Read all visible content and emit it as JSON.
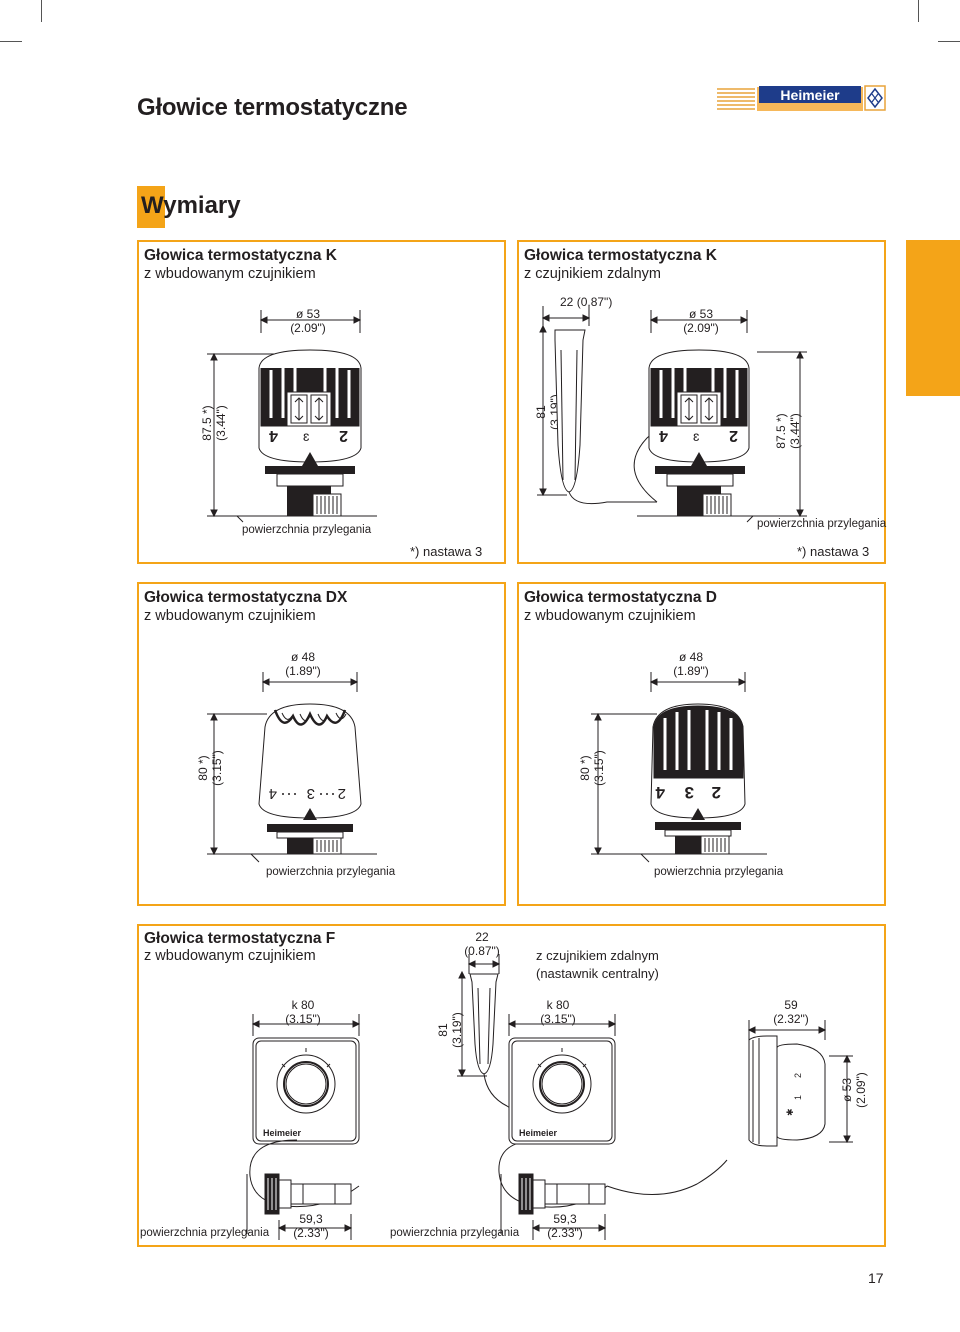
{
  "page_title": "Głowice termostatyczne",
  "logo_text": "Heimeier",
  "section_title": "Wymiary",
  "accent_color": "#f4a418",
  "box_k": {
    "heading": "Głowica termostatyczna K",
    "subheading": "z wbudowanym czujnikiem",
    "dia": "ø 53",
    "dia_in": "(2.09\")",
    "height": "87.5 *)",
    "height_in": "(3.44\")",
    "surface": "powierzchnia przylegania",
    "note": "*) nastawa 3"
  },
  "box_k_remote": {
    "heading": "Głowica termostatyczna K",
    "subheading": "z czujnikiem zdalnym",
    "sensor_w": "22",
    "sensor_w_in": "(0.87\")",
    "dia": "ø 53",
    "dia_in": "(2.09\")",
    "sensor_h": "81",
    "sensor_h_in": "(3.19\")",
    "height": "87.5 *)",
    "height_in": "(3.44\")",
    "surface": "powierzchnia przylegania",
    "note": "*) nastawa 3"
  },
  "box_dx": {
    "heading": "Głowica termostatyczna DX",
    "subheading": "z wbudowanym czujnikiem",
    "dia": "ø 48",
    "dia_in": "(1.89\")",
    "height": "80 *)",
    "height_in": "(3.15\")",
    "surface": "powierzchnia przylegania"
  },
  "box_d": {
    "heading": "Głowica termostatyczna D",
    "subheading": "z wbudowanym czujnikiem",
    "dia": "ø 48",
    "dia_in": "(1.89\")",
    "height": "80 *)",
    "height_in": "(3.15\")",
    "surface": "powierzchnia przylegania"
  },
  "box_f": {
    "heading": "Głowica termostatyczna F",
    "subheading": "z wbudowanym czujnikiem",
    "sensor_w": "22",
    "sensor_w_in": "(0.87\")",
    "remote_line1": "z czujnikiem zdalnym",
    "remote_line2": "(nastawnik centralny)",
    "k1": "k 80",
    "k1_in": "(3.15\")",
    "sensor_h": "81",
    "sensor_h_in": "(3.19\")",
    "k2": "k 80",
    "k2_in": "(3.15\")",
    "side_w": "59",
    "side_w_in": "(2.32\")",
    "side_dia": "ø 53",
    "side_dia_in": "(2.09\")",
    "plate_logo": "Heimeier",
    "surface": "powierzchnia przylegania",
    "depth": "59,3",
    "depth_in": "(2.33\")"
  },
  "page_number": "17"
}
